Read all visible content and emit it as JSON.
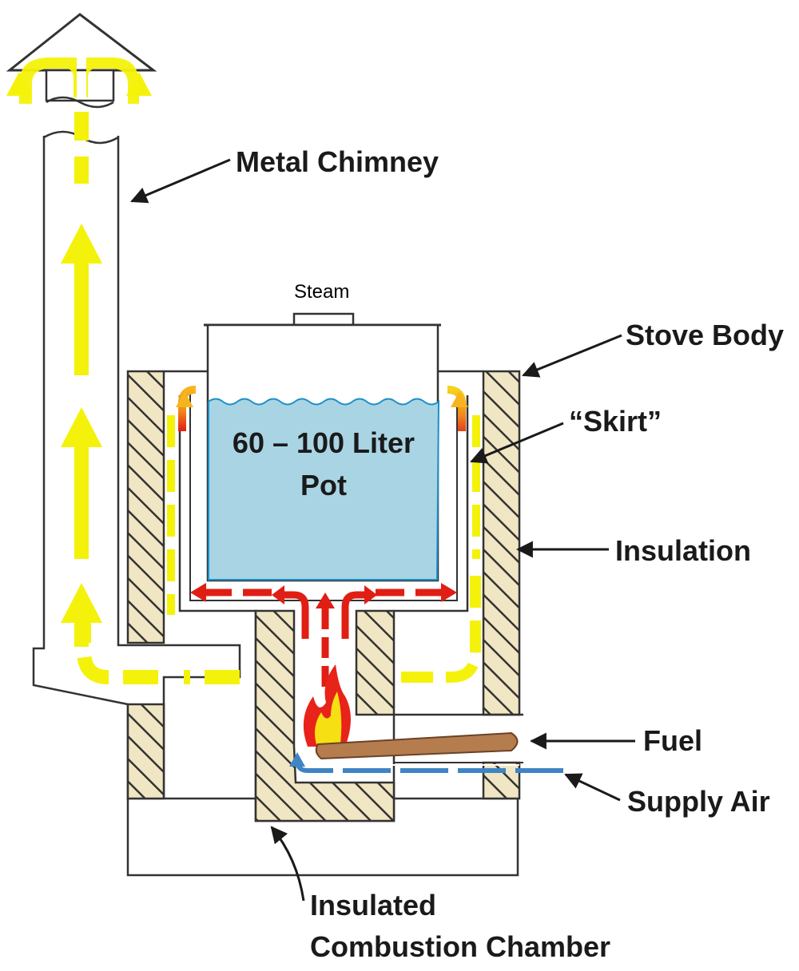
{
  "labels": {
    "metal_chimney": "Metal Chimney",
    "steam": "Steam",
    "stove_body": "Stove Body",
    "skirt": "“Skirt”",
    "pot_line1": "60 – 100 Liter",
    "pot_line2": "Pot",
    "insulation": "Insulation",
    "fuel": "Fuel",
    "supply_air": "Supply Air",
    "chamber_line1": "Insulated",
    "chamber_line2": "Combustion Chamber"
  },
  "colors": {
    "exhaust": "#f4f20a",
    "hot_gas": "#e01e14",
    "hot_gas_mid": "#f28a1c",
    "water": "#a9d4e3",
    "water_edge": "#1c8fc7",
    "insulation_fill": "#f1e6c3",
    "hatch": "#333333",
    "fuel": "#b57c4e",
    "air": "#3f84c4",
    "flame_outer": "#e8231a",
    "flame_inner": "#f6df12"
  }
}
